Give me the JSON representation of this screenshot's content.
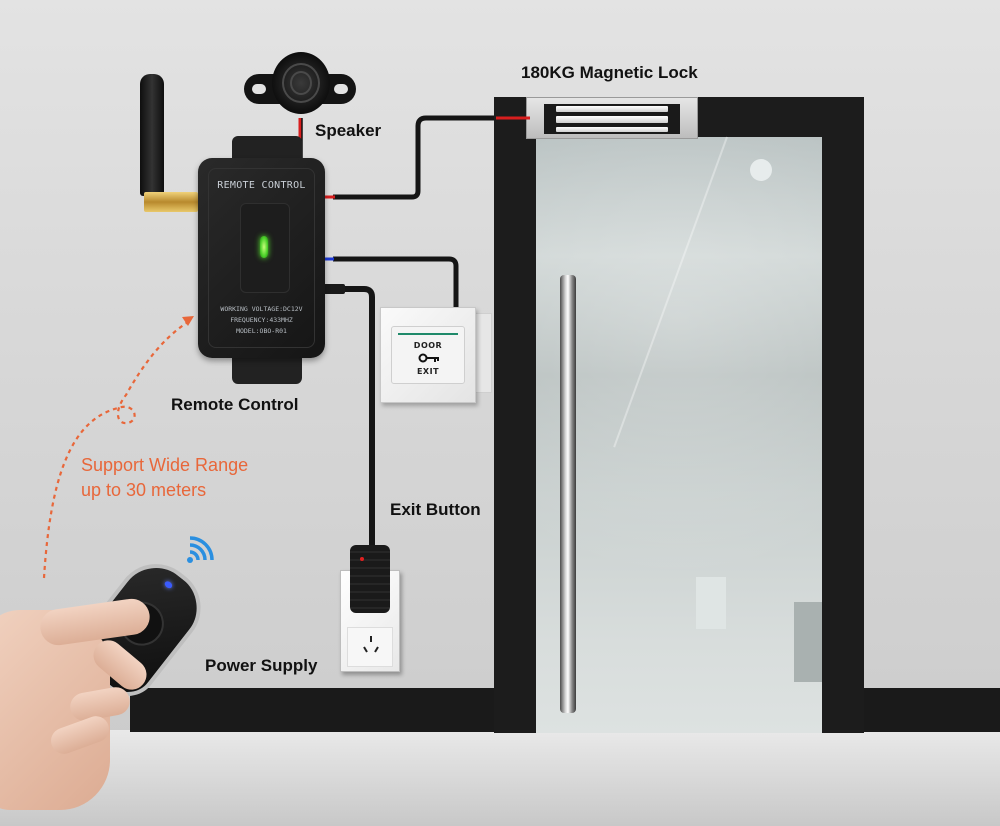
{
  "labels": {
    "magnetic_lock": "180KG Magnetic Lock",
    "speaker": "Speaker",
    "remote_control": "Remote Control",
    "exit_button": "Exit Button",
    "power_supply": "Power Supply",
    "range_line1": "Support Wide Range",
    "range_line2": "up to 30 meters"
  },
  "control_box": {
    "title": "REMOTE CONTROL",
    "spec_voltage": "WORKING VOLTAGE:DC12V",
    "spec_frequency": "FREQUENCY:433MHZ",
    "spec_model": "MODEL:OBO-R01",
    "led_color": "#4bd12a"
  },
  "exit_button_device": {
    "top_text": "DOOR",
    "icon": "key-icon",
    "bottom_text": "EXIT",
    "stripe_color": "#1f8a6a"
  },
  "remote_fob": {
    "led_color": "#3a5bff",
    "signal_icon": "wifi-signal-icon",
    "signal_color": "#2a8fe0"
  },
  "colors": {
    "accent_orange": "#e8673a",
    "frame": "#1c1c1c",
    "wire_red": "#d81e1e",
    "wire_blue": "#1e3ad8"
  }
}
